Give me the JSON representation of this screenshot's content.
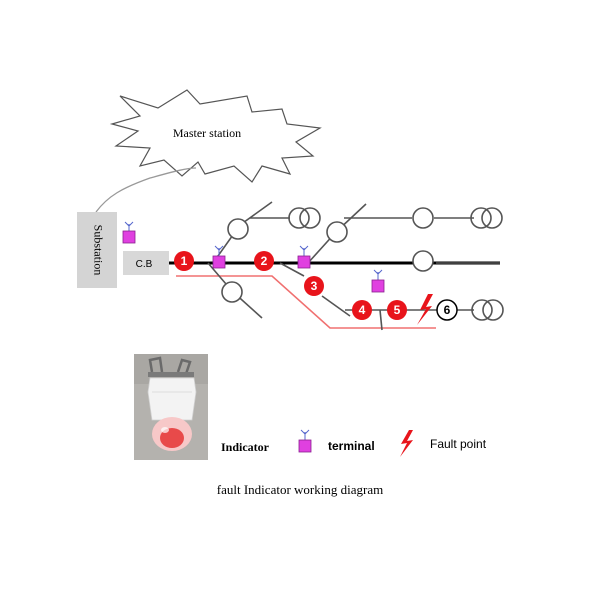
{
  "master_station": {
    "label": "Master station"
  },
  "substation": {
    "label": "Substation"
  },
  "circuit_breaker": {
    "label": "C.B"
  },
  "nodes": [
    {
      "label": "1"
    },
    {
      "label": "2"
    },
    {
      "label": "3"
    },
    {
      "label": "4"
    },
    {
      "label": "5"
    },
    {
      "label": "6"
    }
  ],
  "legend": {
    "indicator": "Indicator",
    "terminal": "terminal",
    "fault_point": "Fault point"
  },
  "caption": "fault Indicator working diagram",
  "colors": {
    "node_red": "#e8141b",
    "terminal_magenta": "#e040e0",
    "fault_path": "#f07070",
    "fault_bolt": "#e8141b",
    "substation_fill": "#d4d4d4",
    "line": "#000000",
    "branch": "#555555"
  },
  "icons": {
    "terminal": "terminal-antenna-icon",
    "fault": "lightning-bolt-icon",
    "transformer": "double-circle-transformer-icon"
  }
}
